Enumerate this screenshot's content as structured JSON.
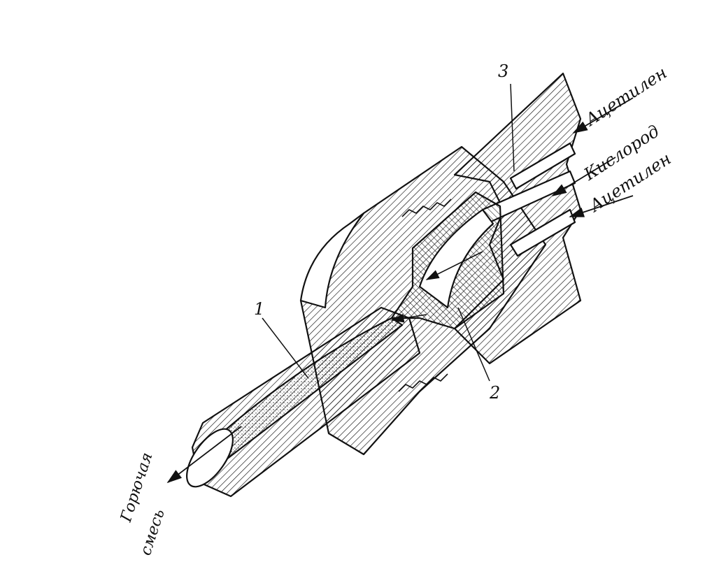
{
  "labels": {
    "callout_1": "1",
    "callout_2": "2",
    "callout_3": "3",
    "gas_inlet_top": "Ацетилен",
    "gas_inlet_middle": "Кислород",
    "gas_inlet_bottom": "Ацетилен",
    "mixture_line1": "Горючая",
    "mixture_line2": "смесь"
  },
  "colors": {
    "ink": "#111111",
    "background": "#ffffff"
  }
}
